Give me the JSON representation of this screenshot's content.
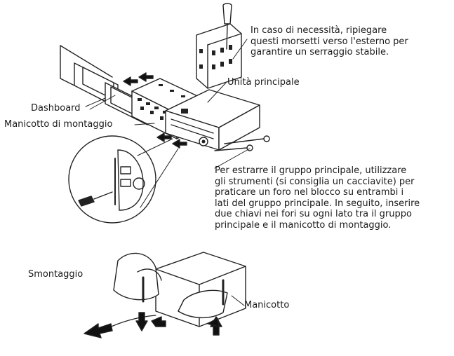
{
  "labels": {
    "bend_tabs_note": [
      "In caso di necessità, ripiegare",
      "questi morsetti verso l'esterno per",
      "garantire un serraggio stabile."
    ],
    "main_unit": "Unità principale",
    "dashboard": "Dashboard",
    "mounting_sleeve": "Manicotto di montaggio",
    "removal_note": [
      "Per estrarre il gruppo principale, utilizzare",
      "gli strumenti (si consiglia un cacciavite) per",
      "praticare un foro nel blocco su entrambi i",
      "lati del gruppo principale. In seguito, inserire",
      "due chiavi nei fori su ogni lato tra il gruppo",
      "principale e il manicotto di montaggio."
    ],
    "disassembly": "Smontaggio",
    "sleeve": "Manicotto"
  }
}
